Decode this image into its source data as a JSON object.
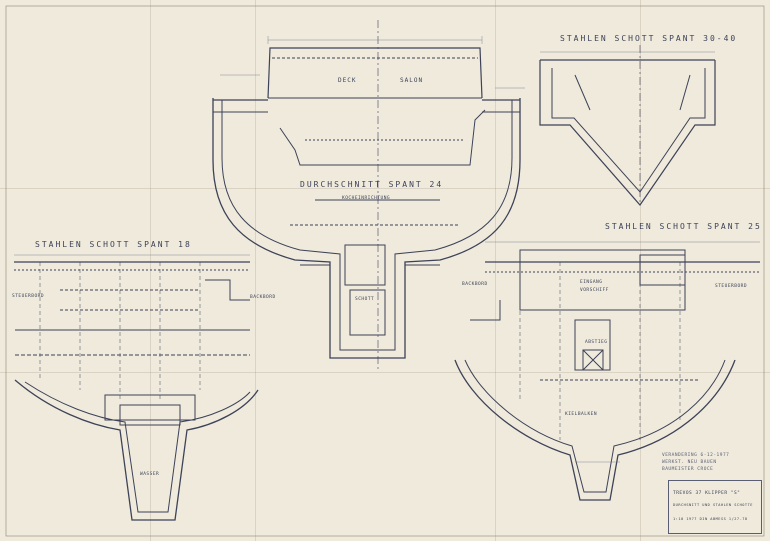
{
  "drawing": {
    "section_spant24_title": "DURCHSCHNITT SPANT 24",
    "deck_label": "DECK",
    "salon_label": "SALON",
    "kocheninrichtung_label": "KOCHEINRICHTUNG",
    "steel_bulkhead_18_title": "STAHLEN SCHOTT SPANT 18",
    "steel_bulkhead_25_title": "STAHLEN SCHOTT SPANT 25",
    "steel_bulkhead_3040_title": "STAHLEN SCHOTT SPANT 30-40",
    "stuurboord_label": "STEUERBORD",
    "backbord_label": "BACKBORD",
    "backbord_label_right": "BACKBORD",
    "stuurboord_label_right": "STEUERBORD",
    "schott_label": "SCHOTT",
    "eingang_label": "EINGANG",
    "vorschiff_label": "VORSCHIFF",
    "abstieg_label": "ABSTIEG",
    "wasser_label": "WASSER",
    "kielbalk_label": "KIELBALKEN",
    "revision_note": "VERANDERING 6-12-1977\nWERKST. NEU BAUEN\nBAUMEISTER CROCE",
    "title_block": {
      "line1": "TREVOS 37 KLIPPER \"S\"",
      "line2": "DURCHSNITT UND STAHLEN SCHOTTE",
      "line3": "1:10  1977  DIN  ABMESS  1/27-78"
    }
  }
}
